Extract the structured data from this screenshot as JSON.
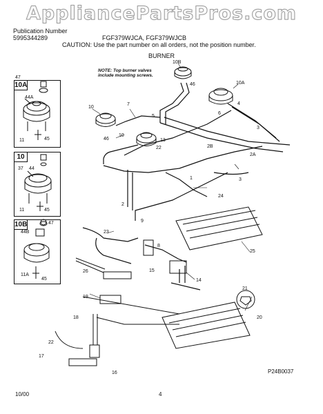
{
  "watermark": "AppliancePartsPros.com",
  "header": {
    "publication_label": "Publication Number",
    "publication_number": "5995344289",
    "models": "FGF379WJCA, FGF379WJCB",
    "caution": "CAUTION:  Use the part number on all orders, not the position number."
  },
  "section_title": "BURNER",
  "note": [
    "NOTE: Top burner valves",
    "include mounting screws."
  ],
  "insets": [
    {
      "label": "10A",
      "parts": [
        "47",
        "44A",
        "11",
        "45"
      ]
    },
    {
      "label": "10",
      "parts": [
        "37",
        "44",
        "11",
        "45"
      ]
    },
    {
      "label": "10B",
      "parts": [
        "47",
        "44B",
        "11A",
        "45"
      ]
    }
  ],
  "callouts": {
    "p10B": "10B",
    "p46a": "46",
    "p10A": "10A",
    "p7": "7",
    "p10": "10",
    "p6": "6",
    "p4": "4",
    "p5": "5",
    "p46b": "46",
    "p3a": "3",
    "p10c": "10",
    "p13": "13",
    "p22a": "22",
    "p2B": "2B",
    "p2A": "2A",
    "p2": "2",
    "p1": "1",
    "p3b": "3",
    "p24": "24",
    "p9": "9",
    "p23": "23",
    "p8": "8",
    "p25": "25",
    "p26": "26",
    "p15": "15",
    "p14": "14",
    "p21": "21",
    "p19": "19",
    "p18": "18",
    "p20": "20",
    "p22b": "22",
    "p17": "17",
    "p16": "16"
  },
  "diagram_code": "P24B0037",
  "footer": {
    "date": "10/00",
    "page": "4"
  }
}
